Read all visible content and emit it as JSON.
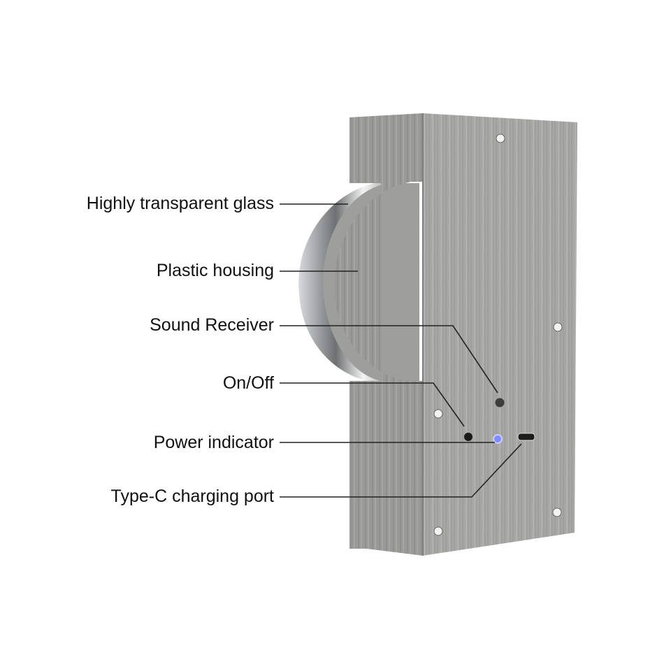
{
  "labels": {
    "glass": "Highly transparent glass",
    "housing": "Plastic housing",
    "sound": "Sound Receiver",
    "onoff": "On/Off",
    "power": "Power indicator",
    "typec": "Type-C charging port"
  },
  "colors": {
    "wood_light": "#a9a9a7",
    "wood_dark": "#8d8d8b",
    "indicator": "#7f8cff",
    "leader_line": "#222222"
  }
}
